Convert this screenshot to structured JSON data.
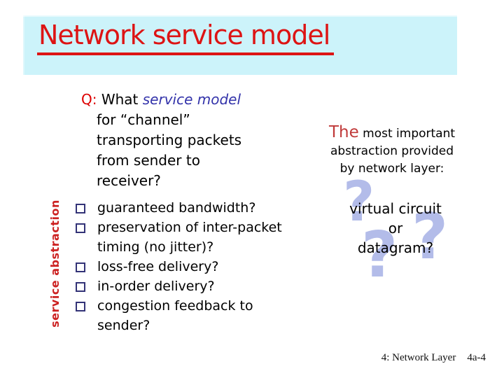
{
  "colors": {
    "banner_bg": "#ccf3fa",
    "title_red": "#dd1414",
    "q_red": "#dd0000",
    "emphasis_blue": "#3333aa",
    "bullet_square": "#333377",
    "vertical_red": "#cc2222",
    "the_red": "#c03a3a",
    "qmark_blue": "#b3bce9"
  },
  "slide": {
    "title": "Network service model"
  },
  "question": {
    "prefix": "Q:",
    "lead": "What",
    "emphasis": "service model",
    "lines": [
      "for “channel”",
      "transporting packets",
      "from sender to",
      "receiver?"
    ]
  },
  "vertical_label": "service abstraction",
  "bullets": [
    {
      "lines": [
        "guaranteed bandwidth?"
      ]
    },
    {
      "lines": [
        "preservation of inter-packet",
        "timing (no jitter)?"
      ]
    },
    {
      "lines": [
        "loss-free delivery?"
      ]
    },
    {
      "lines": [
        "in-order delivery?"
      ]
    },
    {
      "lines": [
        "congestion feedback to",
        "sender?"
      ]
    }
  ],
  "right_panel": {
    "heading_lead": "The",
    "heading_rest": "most important",
    "heading_lines": [
      "abstraction provided",
      "by network layer:"
    ],
    "question_mark": "?",
    "answer_lines": [
      "virtual circuit",
      "or",
      "datagram?"
    ]
  },
  "footer": {
    "section": "4: Network Layer",
    "page": "4a-4"
  }
}
